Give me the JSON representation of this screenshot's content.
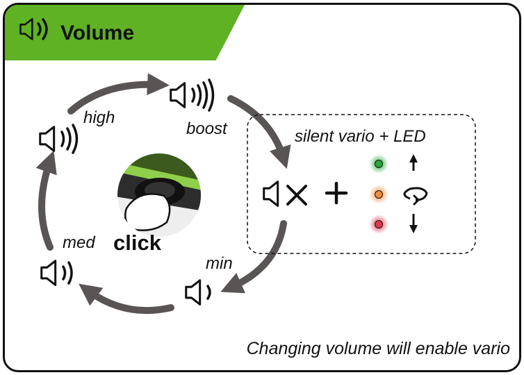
{
  "header": {
    "title": "Volume",
    "accent_color": "#5fb223",
    "icon": "speaker-icon"
  },
  "cycle_labels": {
    "high": "high",
    "boost": "boost",
    "min": "min",
    "med": "med"
  },
  "center": {
    "label": "click",
    "icon": "button-press-icon"
  },
  "silent_box": {
    "title": "silent vario + LED",
    "mute_icon": "speaker-muted-icon",
    "plus": "+",
    "leds": [
      {
        "color": "#2aa83a",
        "direction": "up-arrow-icon"
      },
      {
        "color": "#f08c3c",
        "direction": "rotate-icon"
      },
      {
        "color": "#e03a4c",
        "direction": "down-arrow-icon"
      }
    ]
  },
  "footer": {
    "note": "Changing volume will enable vario"
  }
}
